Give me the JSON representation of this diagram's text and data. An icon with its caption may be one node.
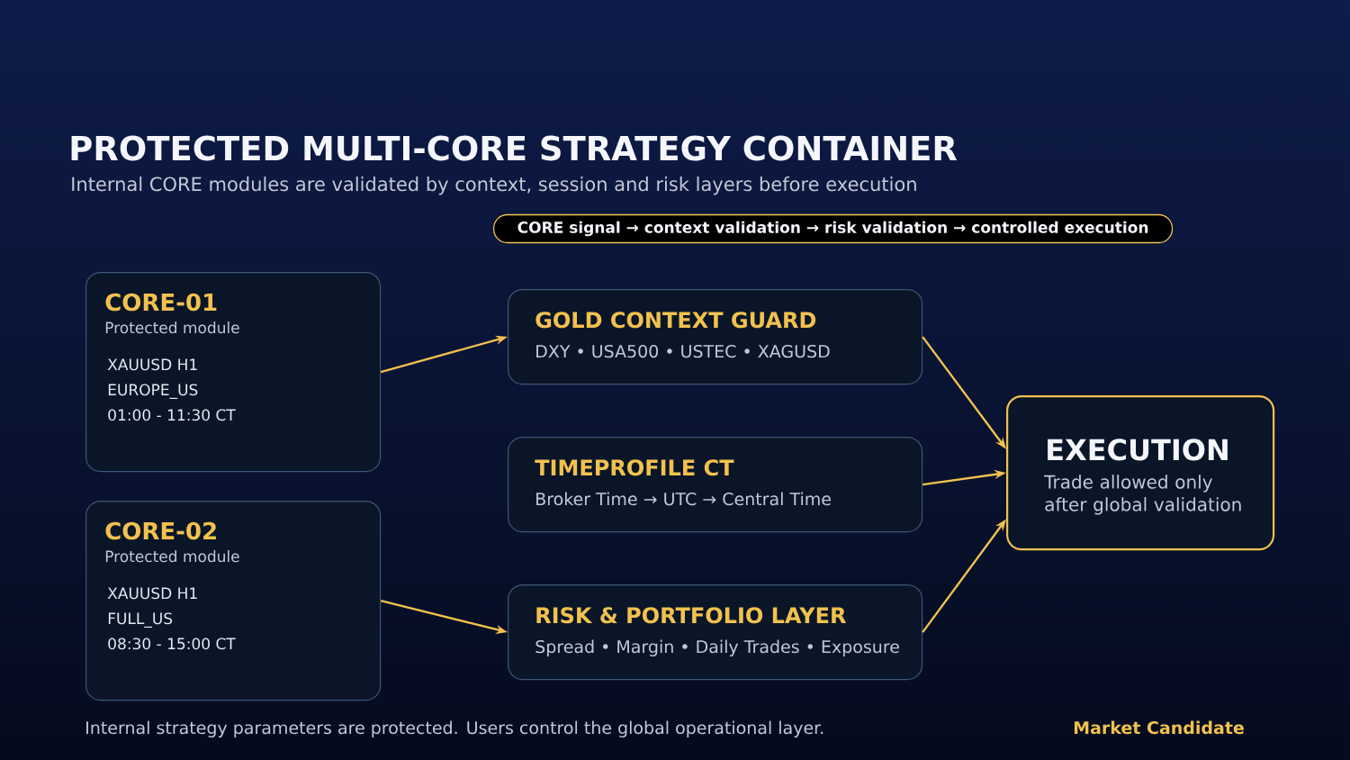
{
  "diagram": {
    "title": "PROTECTED MULTI-CORE STRATEGY CONTAINER",
    "nodes": [
      {
        "text": [
          "CORE signal → context validation → risk validation → controlled execution"
        ]
      },
      {
        "text": [
          "CORE-01",
          "Protected module",
          "XAUUSD H1",
          "EUROPE_US",
          "01:00 - 11:30 CT"
        ]
      },
      {
        "text": [
          "CORE-02",
          "Protected module",
          "XAUUSD H1",
          "FULL_US",
          "08:30 - 15:00 CT"
        ]
      },
      {
        "text": [
          "GOLD CONTEXT GUARD",
          "DXY • USA500 • USTEC • XAGUSD"
        ]
      },
      {
        "text": [
          "TIMEPROFILE CT",
          "Broker Time → UTC → Central Time"
        ]
      },
      {
        "text": [
          "RISK & PORTFOLIO LAYER",
          "Spread • Margin • Daily Trades • Exposure"
        ]
      },
      {
        "text": [
          "EXECUTION",
          "Trade allowed only after global validation"
        ]
      }
    ],
    "edges": [
      {
        "from": 1,
        "to": 3,
        "arrow": "to"
      },
      {
        "from": 2,
        "to": 5,
        "arrow": "to"
      },
      {
        "from": 3,
        "to": 6,
        "arrow": "to"
      },
      {
        "from": 4,
        "to": 6,
        "arrow": "to"
      },
      {
        "from": 5,
        "to": 6,
        "arrow": "to"
      }
    ],
    "labels": [
      "Internal CORE modules are validated by context, session and risk layers before execution",
      "Internal strategy parameters are protected. Users control the global operational layer.",
      "Market Candidate"
    ]
  }
}
